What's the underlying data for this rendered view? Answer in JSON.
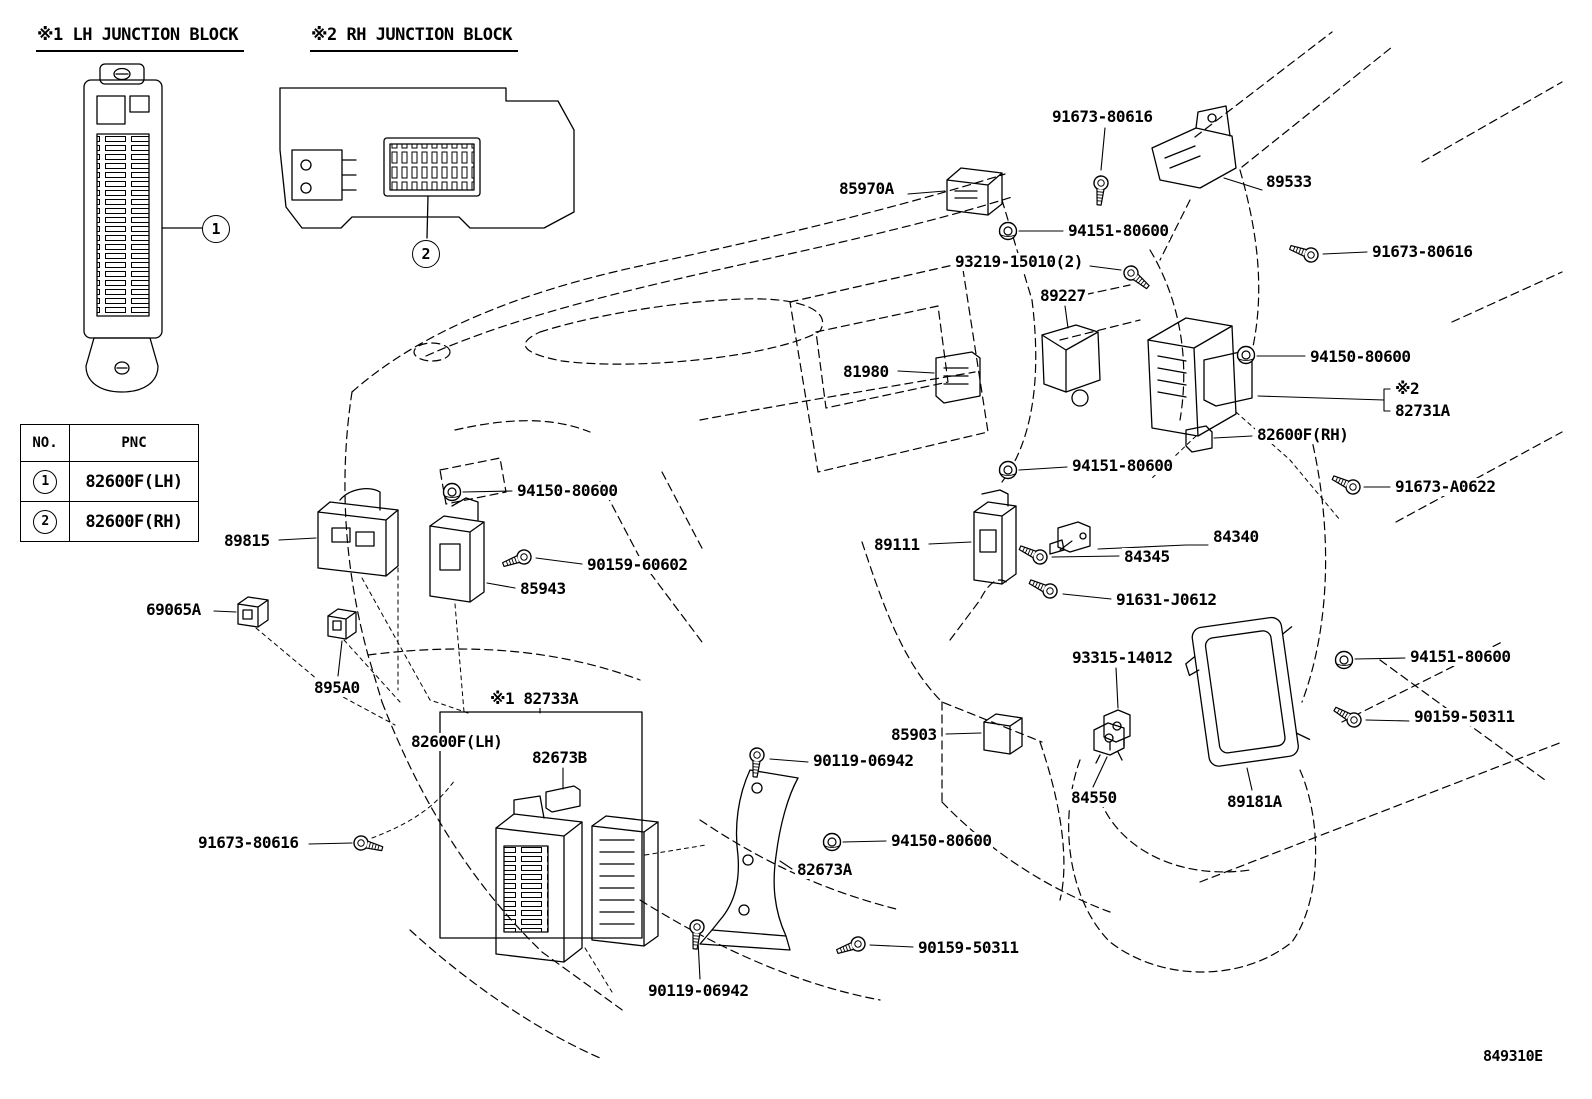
{
  "insets": {
    "lh_title": "※1 LH JUNCTION BLOCK",
    "rh_title": "※2 RH JUNCTION BLOCK",
    "callout_1": "1",
    "callout_2": "2"
  },
  "table": {
    "headers": [
      "NO.",
      "PNC"
    ],
    "rows": [
      {
        "no": "1",
        "pnc": "82600F(LH)"
      },
      {
        "no": "2",
        "pnc": "82600F(RH)"
      }
    ]
  },
  "labels": {
    "screw_91673_top": "91673-80616",
    "relay_85970a": "85970A",
    "bracket_89533": "89533",
    "nut_94151_top": "94151-80600",
    "screw_91673_right": "91673-80616",
    "screw_93219": "93219-15010(2)",
    "bracket_89227": "89227",
    "relay_81980": "81980",
    "nut_94150_right": "94150-80600",
    "ref_mark_2": "※2",
    "block_82731a": "82731A",
    "conn_82600f_rh": "82600F(RH)",
    "nut_94151_mid": "94151-80600",
    "screw_91673_a0622": "91673-A0622",
    "nut_94150_left": "94150-80600",
    "ecu_89815": "89815",
    "relay_89111": "89111",
    "sensor_84345": "84345",
    "bracket_84340": "84340",
    "screw_90159_60602": "90159-60602",
    "ecu_85943": "85943",
    "relay_69065a": "69065A",
    "bolt_91631_j0612": "91631-J0612",
    "relay_895a0": "895A0",
    "sensor_93315_14012": "93315-14012",
    "group_82733a": "※1 82733A",
    "nut_94151_low": "94151-80600",
    "block_82600f_lh": "82600F(LH)",
    "ecu_82673b": "82673B",
    "screw_90159_50311_right": "90159-50311",
    "relay_85903": "85903",
    "bolt_90119_upper": "90119-06942",
    "sensor_84550": "84550",
    "ecu_89181a": "89181A",
    "screw_91673_left": "91673-80616",
    "nut_94150_bottom": "94150-80600",
    "bracket_82673a": "82673A",
    "screw_90159_50311_bottom": "90159-50311",
    "bolt_90119_lower": "90119-06942"
  },
  "diagram_code": "849310E",
  "colors": {
    "ink": "#000000",
    "background": "#ffffff"
  }
}
